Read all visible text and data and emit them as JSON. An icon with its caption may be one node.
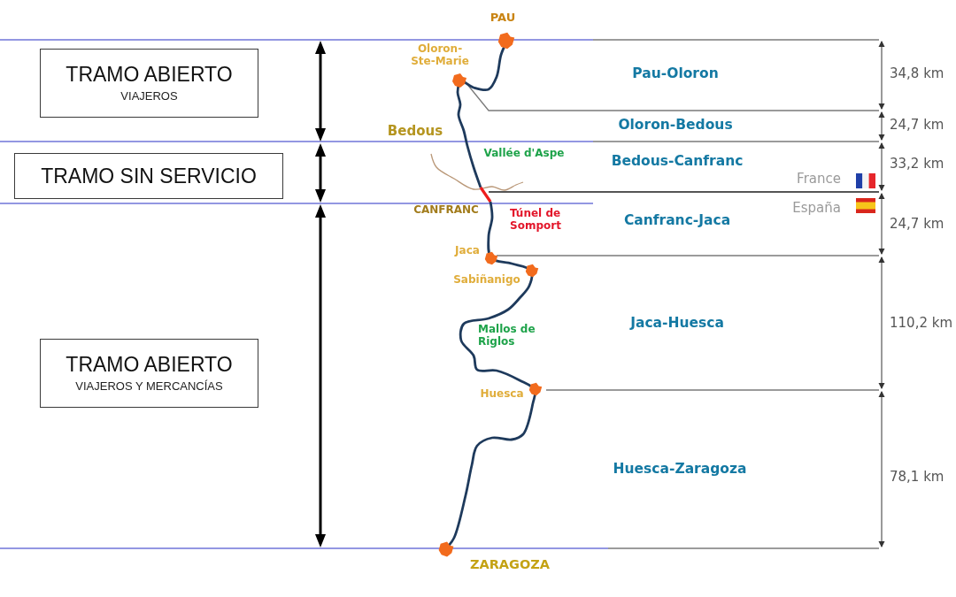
{
  "diagram": {
    "nodes": [
      {
        "text": [
          "TRAMO ABIERTO",
          "VIAJEROS"
        ]
      },
      {
        "text": [
          "TRAMO SIN SERVICIO"
        ]
      },
      {
        "text": [
          "TRAMO ABIERTO",
          "VIAJEROS Y MERCANCÍAS"
        ]
      }
    ],
    "labels": [
      "PAU",
      "Oloron-Ste-Marie",
      "Pau-Oloron",
      "34,8 km",
      "Oloron-Bedous",
      "24,7 km",
      "Bedous",
      "Vallée d'Aspe",
      "Bedous-Canfranc",
      "33,2 km",
      "France",
      "CANFRANC",
      "Túnel de Somport",
      "Canfranc-Jaca",
      "España",
      "24,7 km",
      "Jaca",
      "Sabiñanigo",
      "Mallos de Riglos",
      "Jaca-Huesca",
      "110,2 km",
      "Huesca",
      "Huesca-Zaragoza",
      "78,1 km",
      "ZARAGOZA"
    ]
  }
}
